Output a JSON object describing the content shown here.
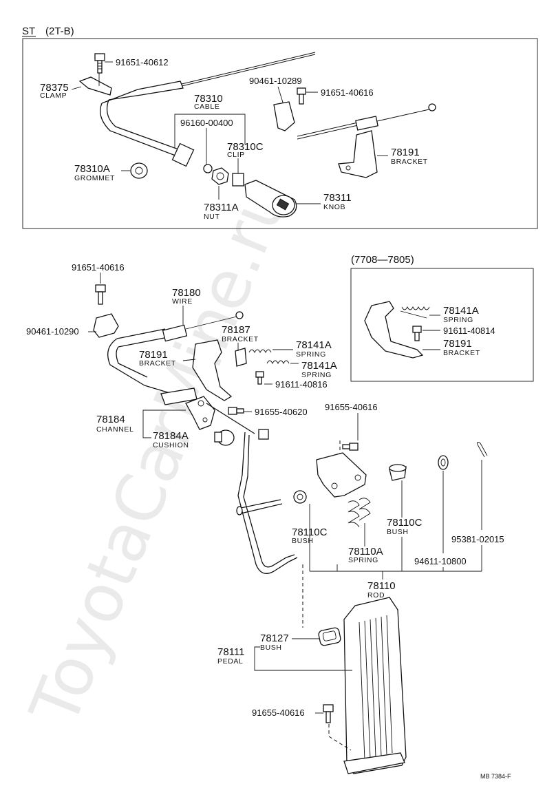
{
  "headers": {
    "st_title": "ST",
    "st_engine": "(2T-B)",
    "date_range": "(7708—7805)"
  },
  "watermark": "ToyotaCarMine.ru",
  "footer_code": "MB  7384-F",
  "parts": {
    "p91651_40612": {
      "number": "91651-40612"
    },
    "p78375": {
      "number": "78375",
      "name": "CLAMP"
    },
    "p78310": {
      "number": "78310",
      "name": "CABLE"
    },
    "p96160_00400": {
      "number": "96160-00400"
    },
    "p78310C": {
      "number": "78310C",
      "name": "CLIP"
    },
    "p78310A": {
      "number": "78310A",
      "name": "GROMMET"
    },
    "p78311A": {
      "number": "78311A",
      "name": "NUT"
    },
    "p78311": {
      "number": "78311",
      "name": "KNOB"
    },
    "p90461_10289": {
      "number": "90461-10289"
    },
    "p91651_40616": {
      "number": "91651-40616"
    },
    "p78191_top": {
      "number": "78191",
      "name": "BRACKET"
    },
    "p91651_40616b": {
      "number": "91651-40616"
    },
    "p90461_10290": {
      "number": "90461-10290"
    },
    "p78180": {
      "number": "78180",
      "name": "WIRE"
    },
    "p78187": {
      "number": "78187",
      "name": "BRACKET"
    },
    "p78191_mid": {
      "number": "78191",
      "name": "BRACKET"
    },
    "p78141A_1": {
      "number": "78141A",
      "name": "SPRING"
    },
    "p78141A_2": {
      "number": "78141A",
      "name": "SPRING"
    },
    "p91611_40816": {
      "number": "91611-40816"
    },
    "p78184": {
      "number": "78184",
      "name": "CHANNEL"
    },
    "p78184A": {
      "number": "78184A",
      "name": "CUSHION"
    },
    "p91655_40620": {
      "number": "91655-40620"
    },
    "p78141A_inset": {
      "number": "78141A",
      "name": "SPRING"
    },
    "p91611_40814": {
      "number": "91611-40814"
    },
    "p78191_inset": {
      "number": "78191",
      "name": "BRACKET"
    },
    "p91655_40616": {
      "number": "91655-40616"
    },
    "p78110C_left": {
      "number": "78110C",
      "name": "BUSH"
    },
    "p78110C_right": {
      "number": "78110C",
      "name": "BUSH"
    },
    "p78110A": {
      "number": "78110A",
      "name": "SPRING"
    },
    "p94611_10800": {
      "number": "94611-10800"
    },
    "p95381_02015": {
      "number": "95381-02015"
    },
    "p78110": {
      "number": "78110",
      "name": "ROD"
    },
    "p78127": {
      "number": "78127",
      "name": "BUSH"
    },
    "p78111": {
      "number": "78111",
      "name": "PEDAL"
    },
    "p91655_40616b": {
      "number": "91655-40616"
    }
  }
}
